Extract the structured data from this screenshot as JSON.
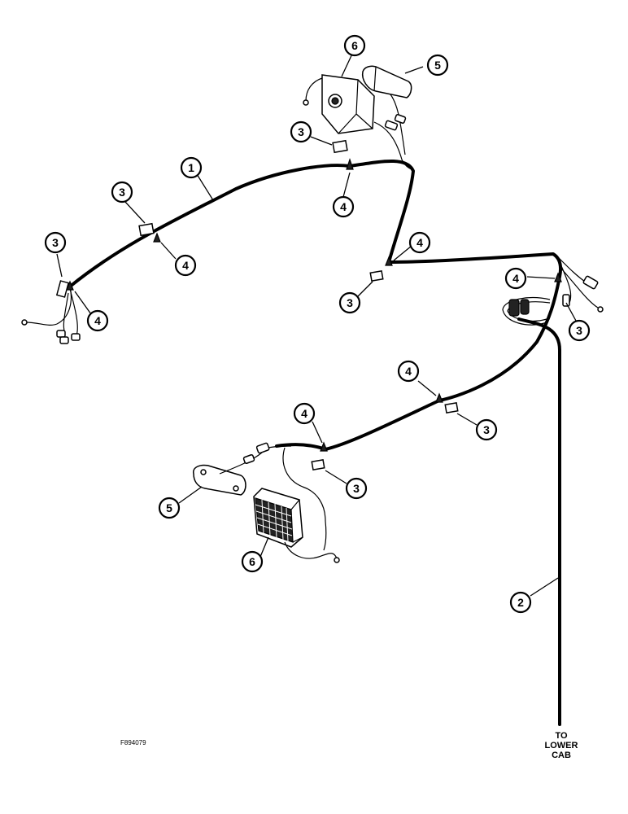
{
  "callouts": {
    "c1": "1",
    "c2": "2",
    "c3a": "3",
    "c3b": "3",
    "c3c": "3",
    "c3d": "3",
    "c3e": "3",
    "c3f": "3",
    "c3g": "3",
    "c4a": "4",
    "c4b": "4",
    "c4c": "4",
    "c4d": "4",
    "c4e": "4",
    "c4f": "4",
    "c4g": "4",
    "c5a": "5",
    "c5b": "5",
    "c6a": "6",
    "c6b": "6"
  },
  "cab_label": {
    "line1": "TO",
    "line2": "LOWER",
    "line3": "CAB"
  },
  "figure_id": "F894079"
}
